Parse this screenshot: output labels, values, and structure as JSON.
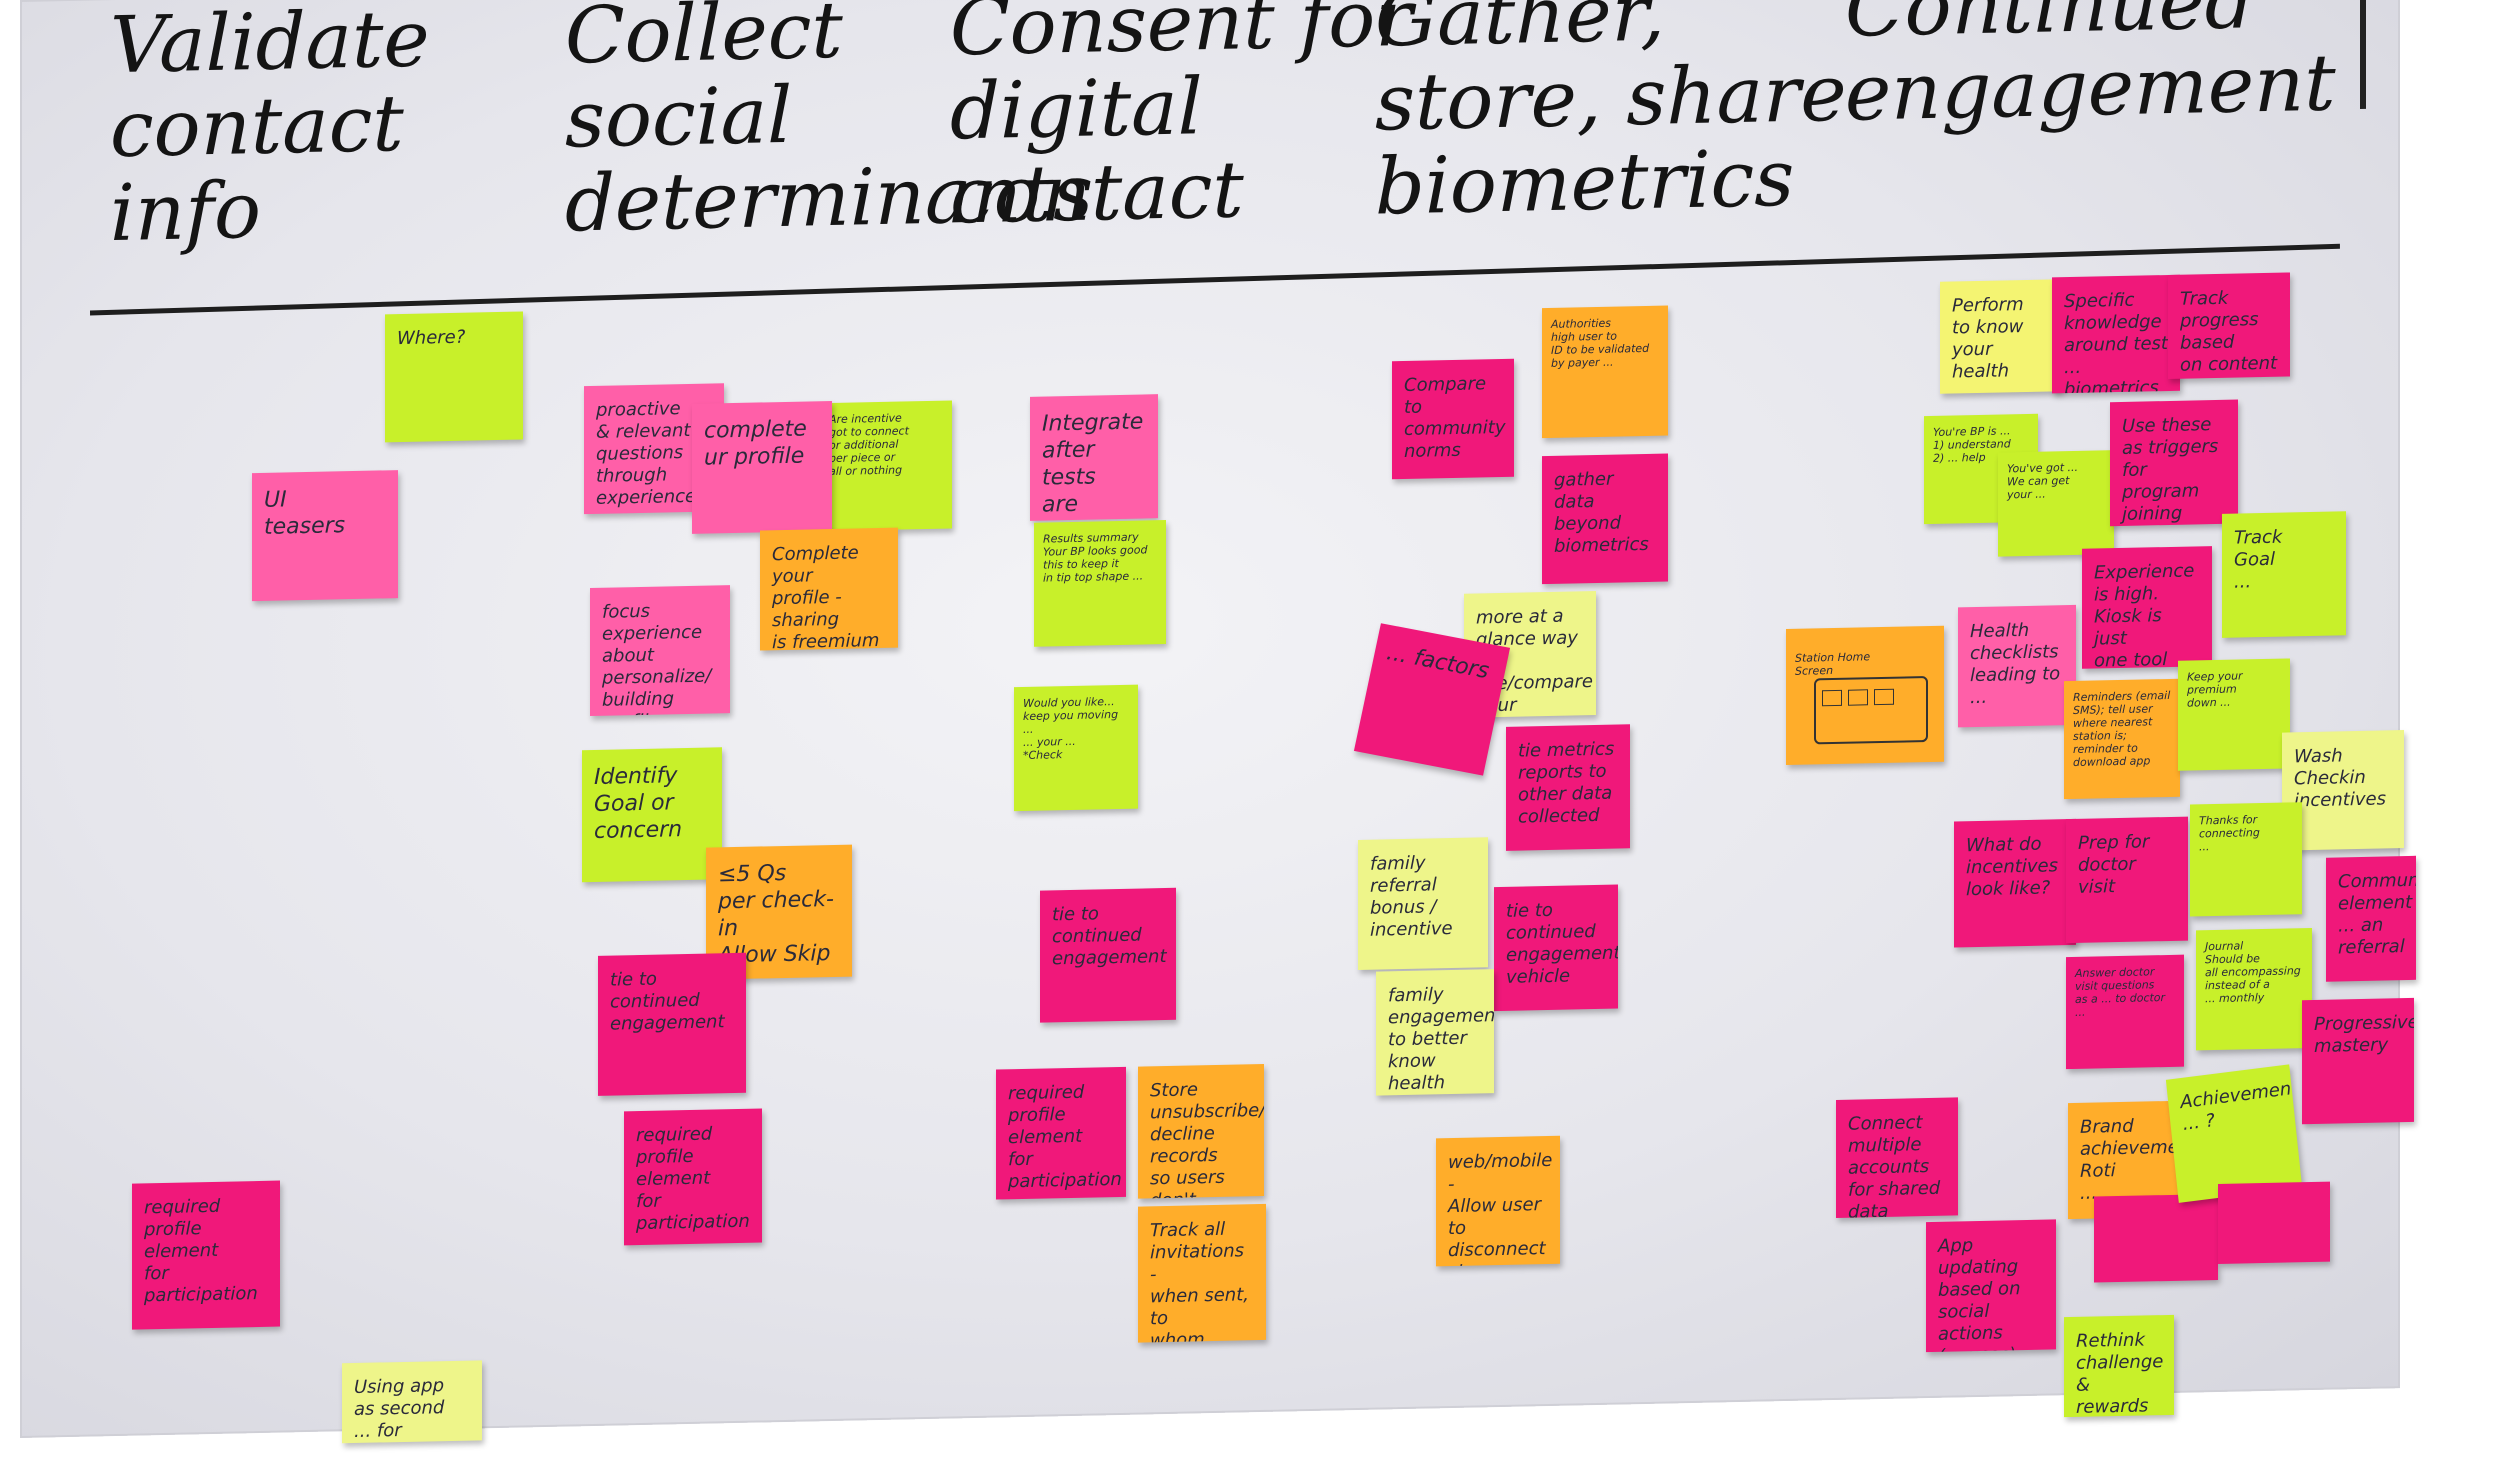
{
  "board": {
    "headers": [
      {
        "id": "validate",
        "text": "Validate\ncontact\ninfo"
      },
      {
        "id": "collect",
        "text": "Collect\nsocial\ndeterminants"
      },
      {
        "id": "consent",
        "text": "Consent for\ndigital\ncontact"
      },
      {
        "id": "gather",
        "text": "Gather,\nstore, share\nbiometrics"
      },
      {
        "id": "continued",
        "text": "Continued\nengagement"
      }
    ],
    "notes": {
      "where": "Where?",
      "ui_teasers": "UI\nteasers",
      "req_profile_1": "required\nprofile element\nfor participation",
      "using_app": "Using app\nas second\n... for",
      "proactive": "proactive\n& relevant\nquestions\nthrough\nexperience",
      "complete_profile": "complete\nur profile",
      "are_incentive": "Are incentive\ngot to connect\nor additional\nper piece or\nall or nothing",
      "freemium": "Complete your\nprofile - sharing\nis freemium\nbenefit",
      "focus": "focus\nexperience\nabout\npersonalize/\nbuilding profile",
      "identify": "Identify\nGoal or\nconcern",
      "five_qs": "≤5 Qs\nper check-in\nAllow Skip",
      "tie_continued_1": "tie to\ncontinued\nengagement",
      "req_profile_2": "required\nprofile element\nfor participation",
      "integrate": "Integrate\nafter tests\nare\ncompleted",
      "results_summary": "Results summary\nYour BP looks good\nthis to keep it\nin tip top shape ...",
      "would_you": "Would you like...\nkeep you moving ...\n... your ...\n*Check",
      "tie_continued_2": "tie to\ncontinued\nengagement",
      "req_profile_3": "required\nprofile element\nfor participation",
      "store_unsub": "Store unsubscribe/\ndecline records\nso users don't\nkeep getting\nasked",
      "track_inv": "Track all\ninvitations -\nwhen sent, to\nwhom, response\nstatus",
      "compare": "Compare\nto community\nnorms",
      "auth": "Authorities\nhigh user to\nID to be validated\nby payer ...",
      "gather_data": "gather data\nbeyond\nbiometrics",
      "at_glance": "more at a\nglance way\nto see/compare\nyour checking",
      "factors": "... factors",
      "tie_metrics": "tie metrics\nreports to\nother data\ncollected",
      "family_referral": "family\nreferral\nbonus /\nincentive",
      "tie_continued_3": "tie to\ncontinued\nengagement\nvehicle",
      "family_engagement": "family\nengagement\nto better\nknow health\nhistory",
      "web_mobile": "web/mobile -\nAllow user to\ndisconnect\nshare",
      "station_home": "Station Home\nScreen",
      "perform": "Perform\nto know\nyour health",
      "specific": "Specific\nknowledge\naround test\n... biometrics",
      "track_prog": "Track\nprogress based\non content\ninformation",
      "bp_small": "You're BP is ...\n1) understand\n2) ... help",
      "goal_small": "You've got ...\nWe can get\nyour ... ",
      "use_these": "Use these\nas triggers\nfor program\njoining",
      "experience_high": "Experience\nis high.\nKiosk is just\none tool",
      "track_goal": "Track\nGoal\n...",
      "health_checklists": "Health\nchecklists\nleading to\n...",
      "reminders": "Reminders (email\nSMS); tell user\nwhere nearest\nstation is;\nreminder to\ndownload app",
      "keep_premium": "Keep your premium\ndown ...",
      "wash_checkin": "Wash\nCheckin\nincentives",
      "what_incentives": "What do\nincentives\nlook like?",
      "prep_doctor": "Prep for\ndoctor\nvisit",
      "thanks_connecting": "Thanks for\nconnecting\n...",
      "community_element": "Community\nelement\n... an referral",
      "answer_doctor": "Answer doctor\nvisit questions\nas a ... to doctor ...",
      "journal": "Journal\nShould be\nall encompassing\ninstead of a\n... monthly",
      "progressive": "Progressive\nmastery",
      "connect_multi": "Connect\nmultiple\naccounts\nfor shared\ndata",
      "brand": "Brand\nachievements\nRoti\n...",
      "achievements": "Achievements?\n... ?",
      "app_updating": "App updating\nbased on\nsocial actions\n(... uses)",
      "rethink": "Rethink\nchallenge\n& rewards to\nfactor ..."
    }
  }
}
